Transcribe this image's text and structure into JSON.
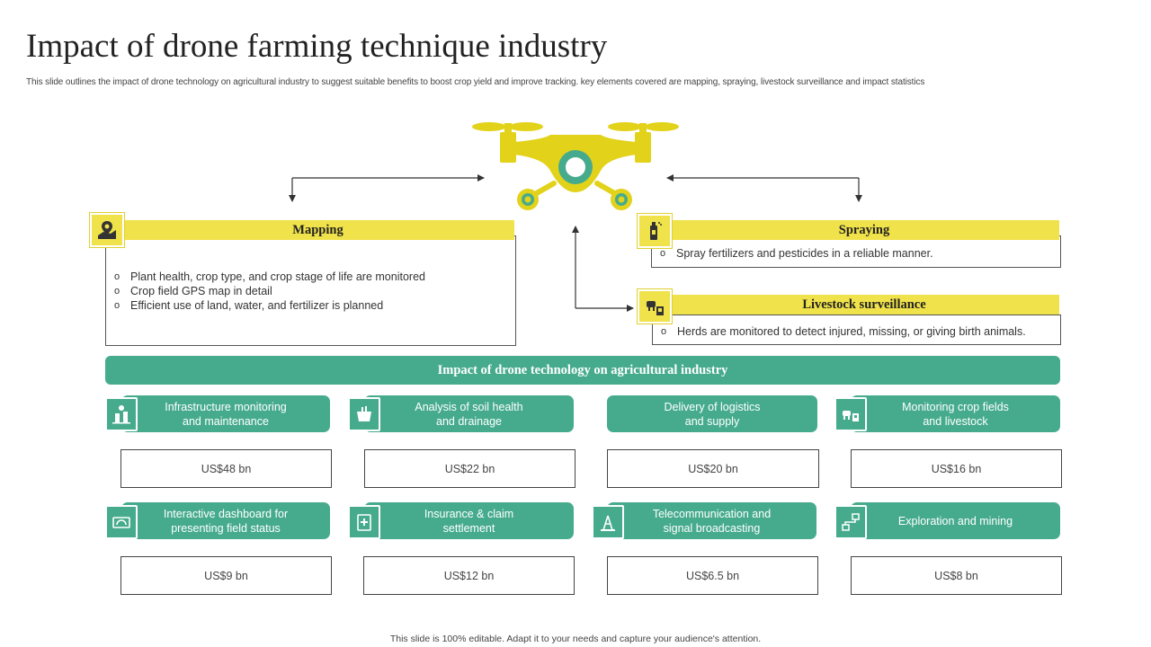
{
  "title": "Impact of drone farming technique industry",
  "subtitle": "This slide outlines the impact of drone technology on agricultural industry to suggest suitable benefits to boost crop yield and improve tracking. key elements covered are mapping, spraying, livestock surveillance and impact statistics",
  "colors": {
    "yellow": "#f0e24a",
    "green": "#46ab8d",
    "drone_yellow": "#e2d21a"
  },
  "mapping": {
    "title": "Mapping",
    "icon": "map-pin-icon",
    "bullets": [
      "Plant health, crop type, and crop stage of life are monitored",
      "Crop field GPS map in detail",
      "Efficient use of land, water, and fertilizer is planned"
    ]
  },
  "spraying": {
    "title": "Spraying",
    "icon": "spray-bottle-icon",
    "bullets": [
      "Spray fertilizers and pesticides in a reliable manner."
    ]
  },
  "livestock": {
    "title": "Livestock surveillance",
    "icon": "livestock-monitor-icon",
    "bullets": [
      "Herds are monitored to detect injured, missing, or giving birth animals."
    ]
  },
  "impact": {
    "title": "Impact of drone technology on agricultural industry",
    "items": [
      {
        "label_lines": [
          "Infrastructure  monitoring",
          "and maintenance"
        ],
        "value": "US$48 bn",
        "icon": "infrastructure-icon"
      },
      {
        "label_lines": [
          "Analysis of soil health",
          "and drainage"
        ],
        "value": "US$22 bn",
        "icon": "soil-analysis-icon"
      },
      {
        "label_lines": [
          "Delivery  of logistics",
          "and supply"
        ],
        "value": "US$20 bn",
        "icon": ""
      },
      {
        "label_lines": [
          "Monitoring  crop fields",
          "and livestock"
        ],
        "value": "US$16 bn",
        "icon": "crop-livestock-icon"
      },
      {
        "label_lines": [
          "Interactive  dashboard for",
          "presenting field status"
        ],
        "value": "US$9 bn",
        "icon": "dashboard-icon"
      },
      {
        "label_lines": [
          "Insurance  & claim",
          "settlement"
        ],
        "value": "US$12 bn",
        "icon": "insurance-icon"
      },
      {
        "label_lines": [
          "Telecommunication  and",
          "signal broadcasting"
        ],
        "value": "US$6.5 bn",
        "icon": "telecom-tower-icon"
      },
      {
        "label_lines": [
          "Exploration and mining"
        ],
        "value": "US$8 bn",
        "icon": "mining-network-icon"
      }
    ]
  },
  "footer": "This slide is 100% editable.  Adapt it to your needs and capture your audience's attention."
}
